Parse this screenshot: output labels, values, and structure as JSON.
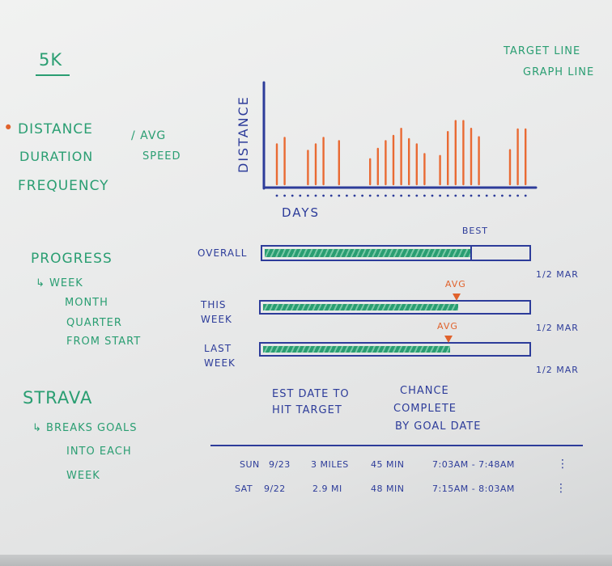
{
  "title": "5k",
  "top_right": [
    "Target Line",
    "Graph Line"
  ],
  "metrics": {
    "items": [
      "Distance",
      "Duration",
      "Frequency"
    ],
    "bullet": "•",
    "avg_speed": [
      "/ Avg",
      "Speed"
    ]
  },
  "progress": {
    "heading": "Progress",
    "items": [
      "↳ Week",
      "Month",
      "Quarter",
      "From Start"
    ]
  },
  "strava": {
    "heading": "Strava",
    "notes": [
      "↳ Breaks Goals",
      "Into Each",
      "Week"
    ]
  },
  "chart_data": {
    "type": "bar",
    "ylabel": "Distance",
    "xlabel": "Days",
    "values": [
      0.62,
      0.72,
      0,
      0,
      0.52,
      0.62,
      0.72,
      0,
      0.67,
      0,
      0,
      0,
      0.39,
      0.55,
      0.67,
      0.75,
      0.86,
      0.7,
      0.62,
      0.47,
      0,
      0.44,
      0.81,
      0.98,
      0.98,
      0.86,
      0.73,
      0,
      0,
      0,
      0.53,
      0.85,
      0.85
    ],
    "colors": {
      "bars": "#e96a33",
      "axis": "#2d3c9a",
      "dots": "#2d3c9a"
    }
  },
  "progress_bars": [
    {
      "label": [
        "Overall"
      ],
      "fill": 0.78,
      "marker_label": "Best",
      "marker_pos": 0.78,
      "end_label": "1/2 Mar"
    },
    {
      "label": [
        "This",
        "Week"
      ],
      "fill": 0.73,
      "marker_label": "Avg",
      "marker_pos": 0.73,
      "end_label": "1/2 Mar"
    },
    {
      "label": [
        "Last",
        "Week"
      ],
      "fill": 0.7,
      "marker_label": "Avg",
      "marker_pos": 0.7,
      "end_label": "1/2 Mar"
    }
  ],
  "estimates": {
    "est_date": [
      "Est Date To",
      "Hit Target"
    ],
    "chance": [
      "Chance",
      "Complete",
      "By Goal Date"
    ]
  },
  "activity_log": {
    "rows": [
      {
        "day": "Sun",
        "date": "9/23",
        "distance": "3 miles",
        "duration": "45 min",
        "time": "7:03am - 7:48am",
        "more": "⋮"
      },
      {
        "day": "Sat",
        "date": "9/22",
        "distance": "2.9 mi",
        "duration": "48 min",
        "time": "7:15am - 8:03am",
        "more": "⋮"
      }
    ]
  }
}
